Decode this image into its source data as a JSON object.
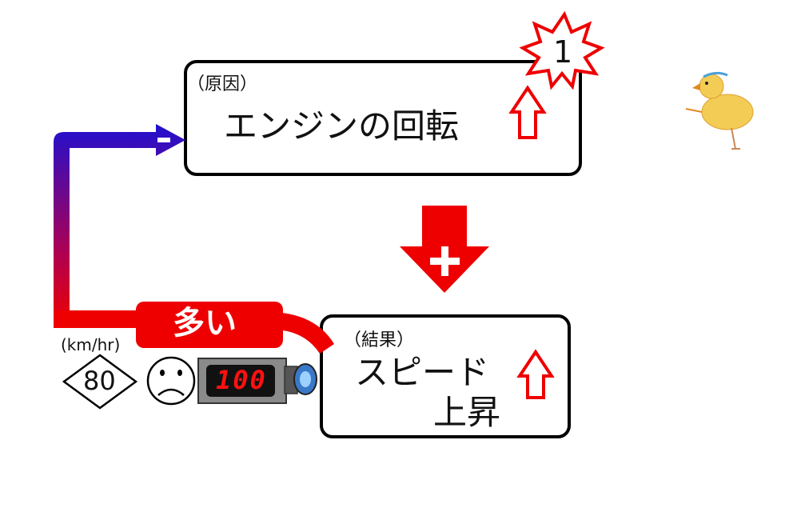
{
  "cause_box": {
    "caption": "（原因）",
    "text": "エンジンの回転",
    "direction": "up"
  },
  "result_box": {
    "caption": "（結果）",
    "text_line1": "スピード",
    "text_line2": "上昇",
    "direction": "up"
  },
  "badge": {
    "number": "1"
  },
  "link_forward": {
    "sign": "+"
  },
  "link_feedback": {
    "sign": "-",
    "label": "多い"
  },
  "speed_limit": {
    "unit": "(km/hr)",
    "value": "80"
  },
  "meter": {
    "reading": "100"
  },
  "colors": {
    "accent_red": "#ee0000",
    "feedback_blue": "#2010d0",
    "border": "#000000"
  },
  "icons": [
    "up-arrow-icon",
    "sad-face-icon",
    "speed-camera-icon",
    "chick-icon",
    "starburst-icon",
    "diamond-sign-icon"
  ]
}
